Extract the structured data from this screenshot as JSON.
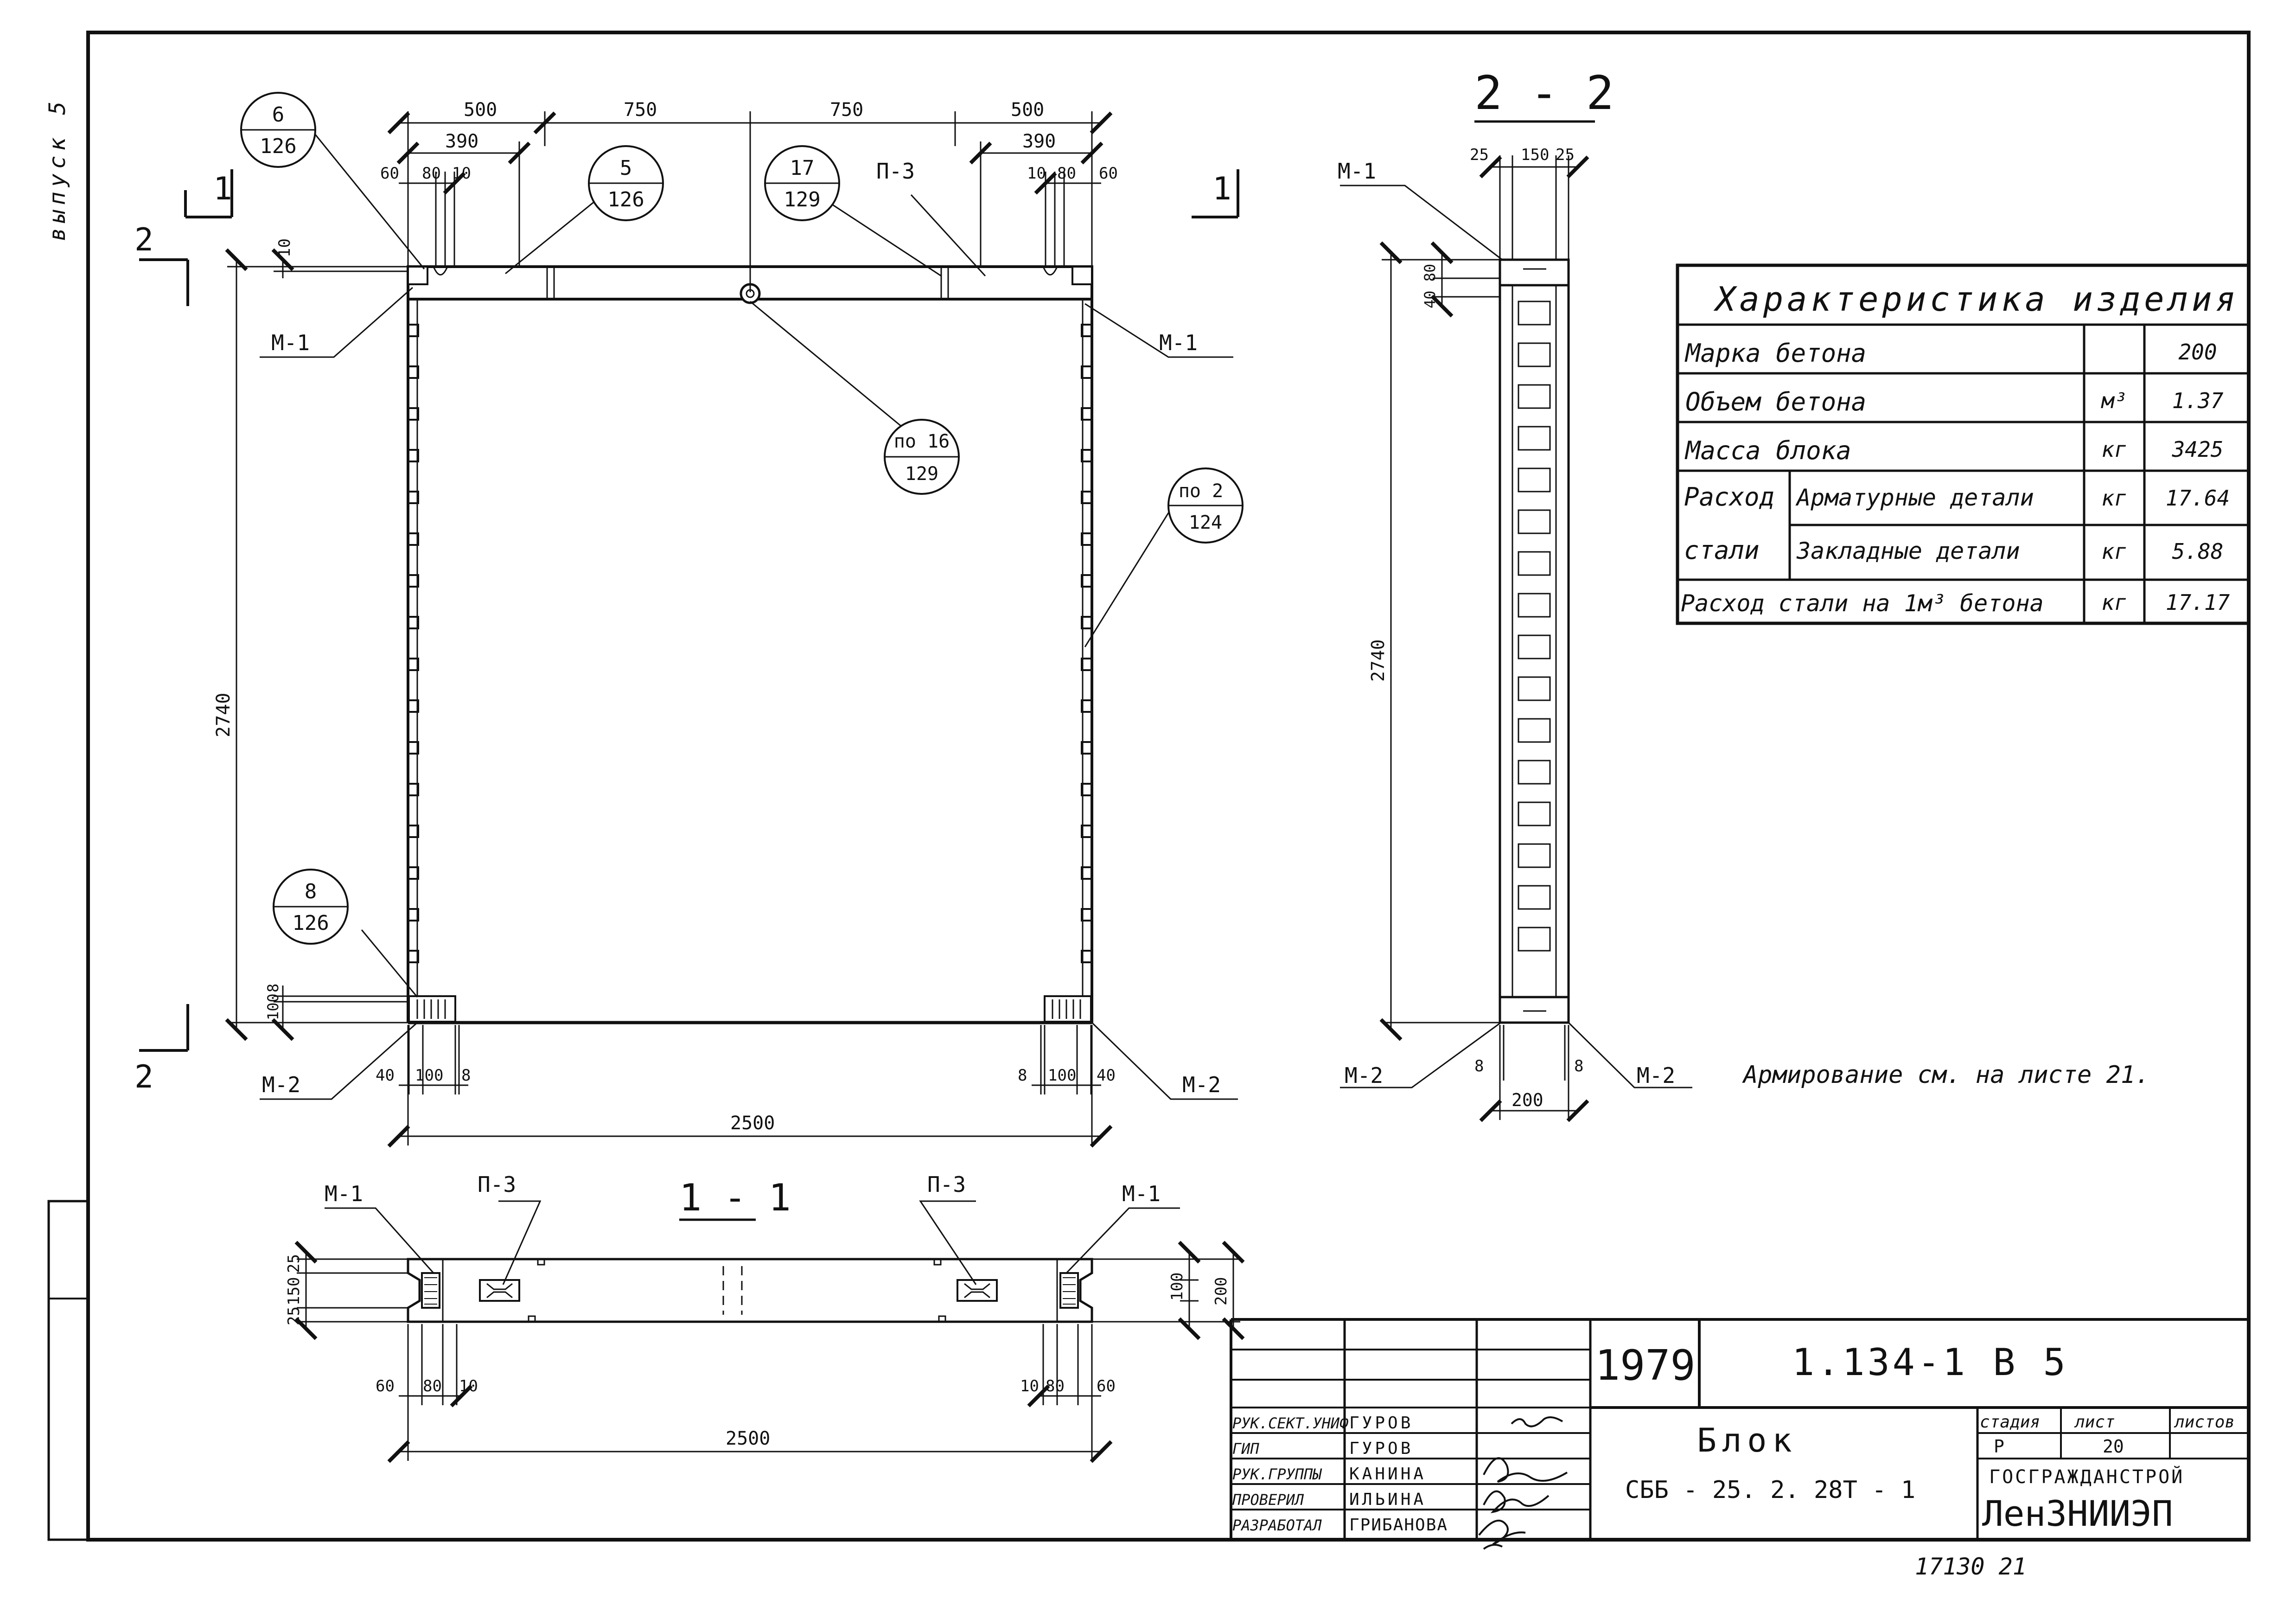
{
  "margin_note": "выпуск 5",
  "labels": {
    "m1": "М-1",
    "m2": "М-2",
    "p3": "П-3"
  },
  "sections": {
    "s11": "1 - 1",
    "s22": "2 - 2",
    "marker_1": "1",
    "marker_2": "2"
  },
  "callouts": {
    "c6": {
      "top": "6",
      "bottom": "126"
    },
    "c5": {
      "top": "5",
      "bottom": "126"
    },
    "c17": {
      "top": "17",
      "bottom": "129"
    },
    "c16": {
      "top": "по 16",
      "bottom": "129"
    },
    "c2": {
      "top": "по 2",
      "bottom": "124"
    },
    "c8": {
      "top": "8",
      "bottom": "126"
    }
  },
  "dims": {
    "d500": "500",
    "d750": "750",
    "d390": "390",
    "d60": "60",
    "d80": "80",
    "d10": "10",
    "d2740": "2740",
    "d100": "100",
    "d8": "8",
    "d40": "40",
    "d2500": "2500",
    "d25": "25",
    "d150": "150",
    "d200": "200",
    "d40_80": "40 80"
  },
  "characteristics": {
    "title": "Характеристика изделия",
    "rows": [
      {
        "label": "Марка бетона",
        "unit": "",
        "value": "200"
      },
      {
        "label": "Объем бетона",
        "unit": "м³",
        "value": "1.37"
      },
      {
        "label": "Масса блока",
        "unit": "кг",
        "value": "3425"
      }
    ],
    "steel_label_1": "Расход",
    "steel_label_2": "стали",
    "steel_rows": [
      {
        "label": "Арматурные детали",
        "unit": "кг",
        "value": "17.64"
      },
      {
        "label": "Закладные детали",
        "unit": "кг",
        "value": "5.88"
      }
    ],
    "total": {
      "label": "Расход стали на 1м³ бетона",
      "unit": "кг",
      "value": "17.17"
    }
  },
  "reinforcement_note": "Армирование см. на листе 21.",
  "title_block": {
    "year": "1979",
    "code": "1.134-1  В 5",
    "name": "Блок",
    "mark": "СББ - 25. 2. 28Т - 1",
    "stage_header": "стадия",
    "sheet_header": "лист",
    "sheets_header": "листов",
    "stage": "Р",
    "sheet": "20",
    "org1": "ГОСГРАЖДАНСТРОЙ",
    "org2": "ЛенЗНИИЭП",
    "roles": [
      {
        "role": "РУК.СЕКТ.УНИФ",
        "person": "ГУРОВ"
      },
      {
        "role": "ГИП",
        "person": "ГУРОВ"
      },
      {
        "role": "РУК.ГРУППЫ",
        "person": "КАНИНА"
      },
      {
        "role": "ПРОВЕРИЛ",
        "person": "ИЛЬИНА"
      },
      {
        "role": "РАЗРАБОТАЛ",
        "person": "ГРИБАНОВА"
      }
    ]
  },
  "footer_number": "17130    21"
}
